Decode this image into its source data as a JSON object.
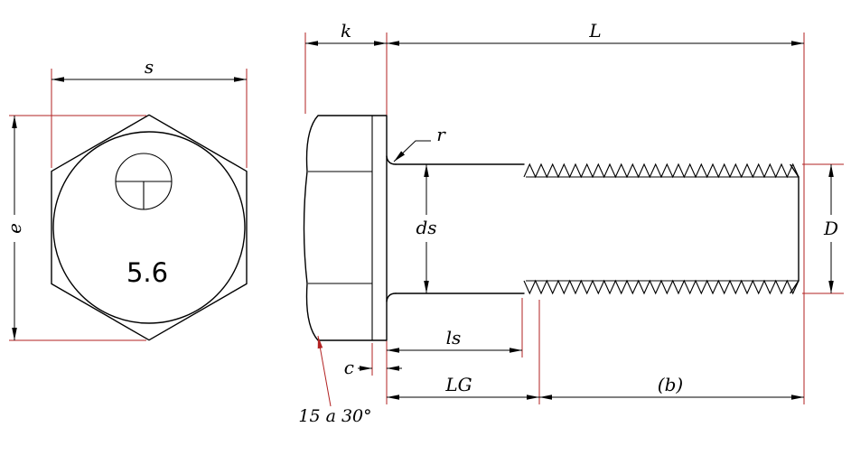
{
  "drawing": {
    "description": "Two-view dimensioned technical drawing of a hex head bolt",
    "grade_marking": "5.6",
    "chamfer_note": "15 a 30°",
    "dimension_labels": [
      "s",
      "e",
      "k",
      "L",
      "r",
      "ds",
      "D",
      "ls",
      "c",
      "LG",
      "(b)"
    ],
    "colors": {
      "object_lines": "#000000",
      "extension_lines": "#b22222",
      "background": "#ffffff",
      "text": "#000000"
    }
  },
  "labels": {
    "s": "s",
    "e": "e",
    "grade": "5.6",
    "k": "k",
    "L": "L",
    "r": "r",
    "ds": "ds",
    "D": "D",
    "ls": "ls",
    "c": "c",
    "LG": "LG",
    "b": "(b)",
    "chamfer_note": "15 a 30°"
  }
}
